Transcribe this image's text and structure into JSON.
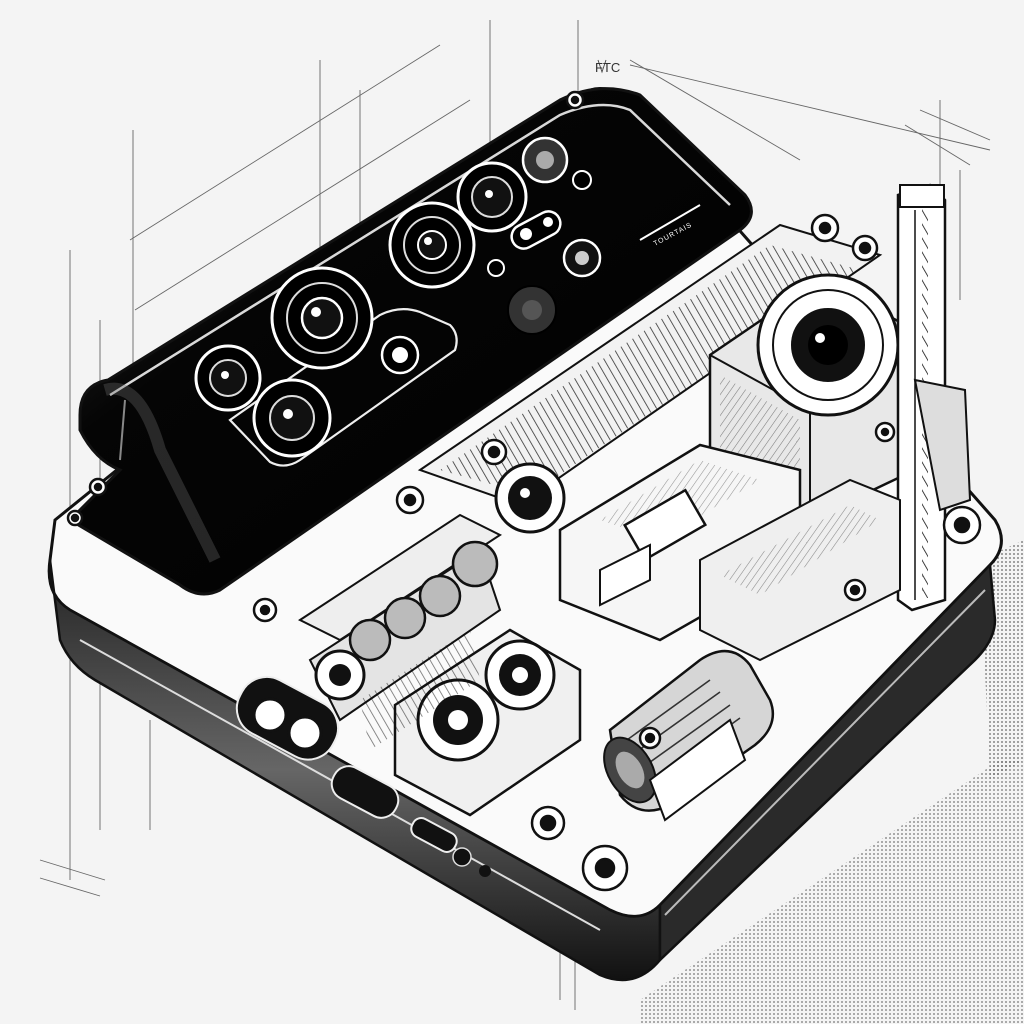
{
  "image": {
    "subject": "technical-sketch-smartphone-cutaway",
    "style": "black-and-white pencil and ink illustration",
    "colors": {
      "background": "#f4f4f4",
      "ink": "#111111",
      "glass": "#000000",
      "shadow": "#9a9a9a"
    }
  },
  "annotations": {
    "corner_mark": "FTC",
    "screen_mark": "TOURTAIS"
  }
}
